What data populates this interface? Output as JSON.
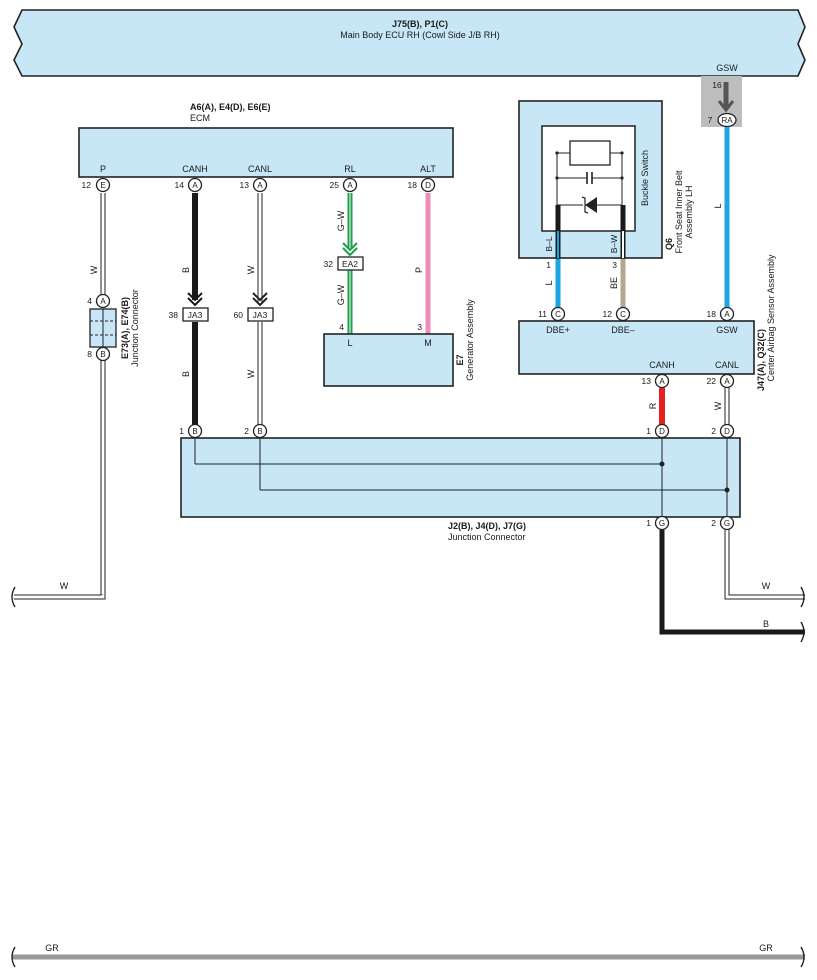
{
  "colors": {
    "module_fill": "#c7e7f7",
    "wire_black": "#1a1a1a",
    "wire_green": "#1e9e4a",
    "wire_pink": "#ec8cbd",
    "wire_blue": "#1aa6e0",
    "wire_beige": "#b6a592",
    "wire_red": "#e52221",
    "wire_gray": "#9a9a9a"
  },
  "main_ecu": {
    "codes": "J75(B), P1(C)",
    "name": "Main Body ECU RH (Cowl Side J/B RH)",
    "gsw_label": "GSW",
    "gsw_pin": "16",
    "ra_pin": "7",
    "ra_letter": "RA"
  },
  "ecm": {
    "codes": "A6(A), E4(D), E6(E)",
    "name": "ECM",
    "terminals": [
      {
        "label": "P",
        "pin": "12",
        "letter": "E"
      },
      {
        "label": "CANH",
        "pin": "14",
        "letter": "A"
      },
      {
        "label": "CANL",
        "pin": "13",
        "letter": "A"
      },
      {
        "label": "RL",
        "pin": "25",
        "letter": "A"
      },
      {
        "label": "ALT",
        "pin": "18",
        "letter": "D"
      }
    ]
  },
  "e73": {
    "codes": "E73(A), E74(B)",
    "name": "Junction Connector",
    "pin_top": "4",
    "letter_top": "A",
    "pin_bottom": "8",
    "letter_bottom": "B"
  },
  "ja3": {
    "left_pin": "38",
    "right_pin": "60",
    "name": "JA3"
  },
  "ea2": {
    "pin": "32",
    "name": "EA2"
  },
  "generator": {
    "code": "E7",
    "name": "Generator Assembly",
    "l_label": "L",
    "m_label": "M",
    "l_pin": "4",
    "m_pin": "3"
  },
  "buckle": {
    "code": "Q6",
    "name1": "Front Seat Inner Belt",
    "name2": "Assembly LH",
    "switch_label": "Buckle Switch",
    "bl": "B–L",
    "bw": "B–W",
    "pin1": "1",
    "pin3": "3"
  },
  "airbag": {
    "code": "J47(A), Q32(C)",
    "name": "Center Airbag Sensor Assembly",
    "dbe_plus": "DBE+",
    "dbe_minus": "DBE–",
    "gsw": "GSW",
    "pin11": "11",
    "l11": "C",
    "pin12": "12",
    "l12": "C",
    "pin18": "18",
    "l18": "A",
    "canh": "CANH",
    "canl": "CANL",
    "pin13": "13",
    "l13": "A",
    "pin22": "22",
    "l22": "A"
  },
  "junction": {
    "codes": "J2(B), J4(D), J7(G)",
    "name": "Junction Connector",
    "p1": "1",
    "l1": "B",
    "p2": "2",
    "l2": "B",
    "p3": "1",
    "l3": "D",
    "p4": "2",
    "l4": "D",
    "p5": "1",
    "l5": "G",
    "p6": "2",
    "l6": "G"
  },
  "wires": {
    "w": "W",
    "b": "B",
    "gw": "G–W",
    "p": "P",
    "l": "L",
    "be": "BE",
    "r": "R",
    "gr": "GR"
  }
}
